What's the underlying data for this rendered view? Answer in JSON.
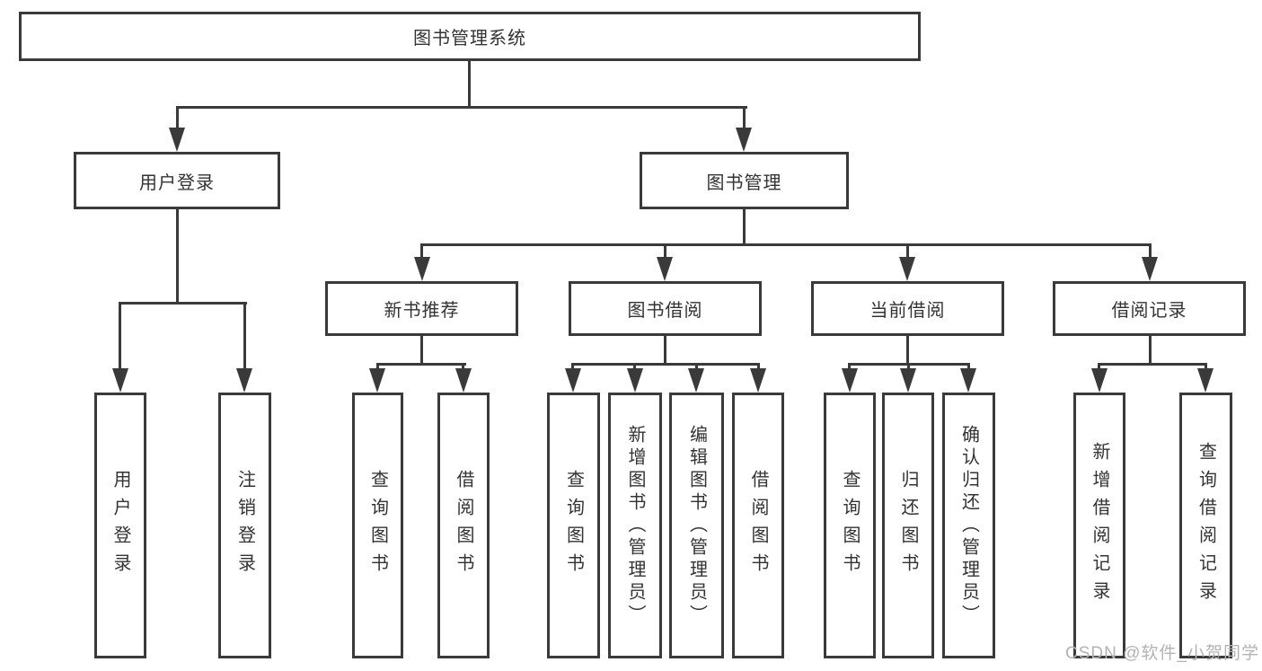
{
  "diagram": {
    "nodes": {
      "root": "图书管理系统",
      "user_login": "用户登录",
      "book_mgmt": "图书管理",
      "new_books": "新书推荐",
      "book_borrow": "图书借阅",
      "current_borrow": "当前借阅",
      "borrow_records": "借阅记录",
      "leaf_user_login": "用户登录",
      "leaf_logout": "注销登录",
      "leaf_nb_query": "查询图书",
      "leaf_nb_borrow": "借阅图书",
      "leaf_bb_query": "查询图书",
      "leaf_bb_add": "新增图书（管理员）",
      "leaf_bb_edit": "编辑图书（管理员）",
      "leaf_bb_borrow": "借阅图书",
      "leaf_cb_query": "查询图书",
      "leaf_cb_return": "归还图书",
      "leaf_cb_confirm": "确认归还（管理员）",
      "leaf_br_add": "新增借阅记录",
      "leaf_br_query": "查询借阅记录"
    },
    "watermark": "CSDN @软件_小贺同学",
    "colors": {
      "line": "#3a3a3a",
      "text": "#333333",
      "watermark": "#b3b3b3"
    }
  }
}
